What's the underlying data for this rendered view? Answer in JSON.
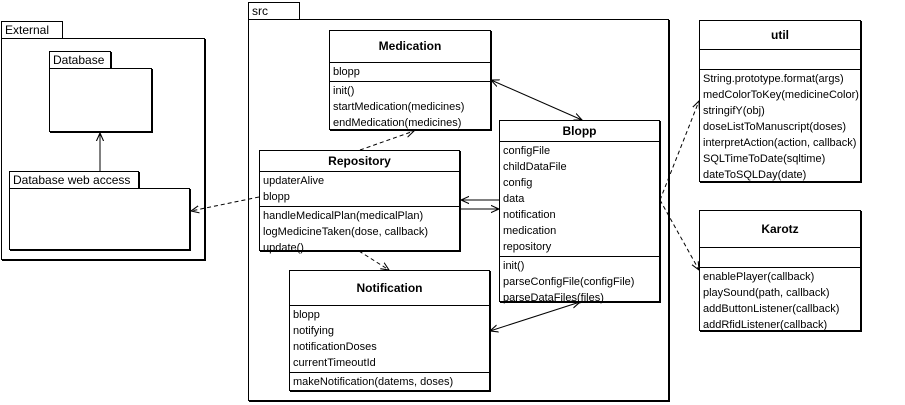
{
  "packages": {
    "external": {
      "label": "External",
      "database": "Database",
      "database_web_access": "Database web access"
    },
    "src": {
      "label": "src"
    }
  },
  "classes": {
    "medication": {
      "name": "Medication",
      "attributes": [
        "blopp"
      ],
      "methods": [
        "init()",
        "startMedication(medicines)",
        "endMedication(medicines)"
      ]
    },
    "repository": {
      "name": "Repository",
      "attributes": [
        "updaterAlive",
        "blopp"
      ],
      "methods": [
        "handleMedicalPlan(medicalPlan)",
        "logMedicineTaken(dose, callback)",
        "update()"
      ]
    },
    "blopp": {
      "name": "Blopp",
      "attributes": [
        "configFile",
        "childDataFile",
        "config",
        "data",
        "notification",
        "medication",
        "repository"
      ],
      "methods": [
        "init()",
        "parseConfigFile(configFile)",
        "parseDataFiles(files)"
      ]
    },
    "notification": {
      "name": "Notification",
      "attributes": [
        "blopp",
        "notifying",
        "notificationDoses",
        "currentTimeoutId"
      ],
      "methods": [
        "makeNotification(datems, doses)"
      ]
    },
    "util": {
      "name": "util",
      "attributes": [],
      "methods": [
        "String.prototype.format(args)",
        "medColorToKey(medicineColor)",
        "stringifY(obj)",
        "doseListToManuscript(doses)",
        "interpretAction(action, callback)",
        "SQLTimeToDate(sqltime)",
        "dateToSQLDay(date)"
      ]
    },
    "karotz": {
      "name": "Karotz",
      "attributes": [],
      "methods": [
        "enablePlayer(callback)",
        "playSound(path, callback)",
        "addButtonListener(callback)",
        "addRfidListener(callback)"
      ]
    }
  }
}
